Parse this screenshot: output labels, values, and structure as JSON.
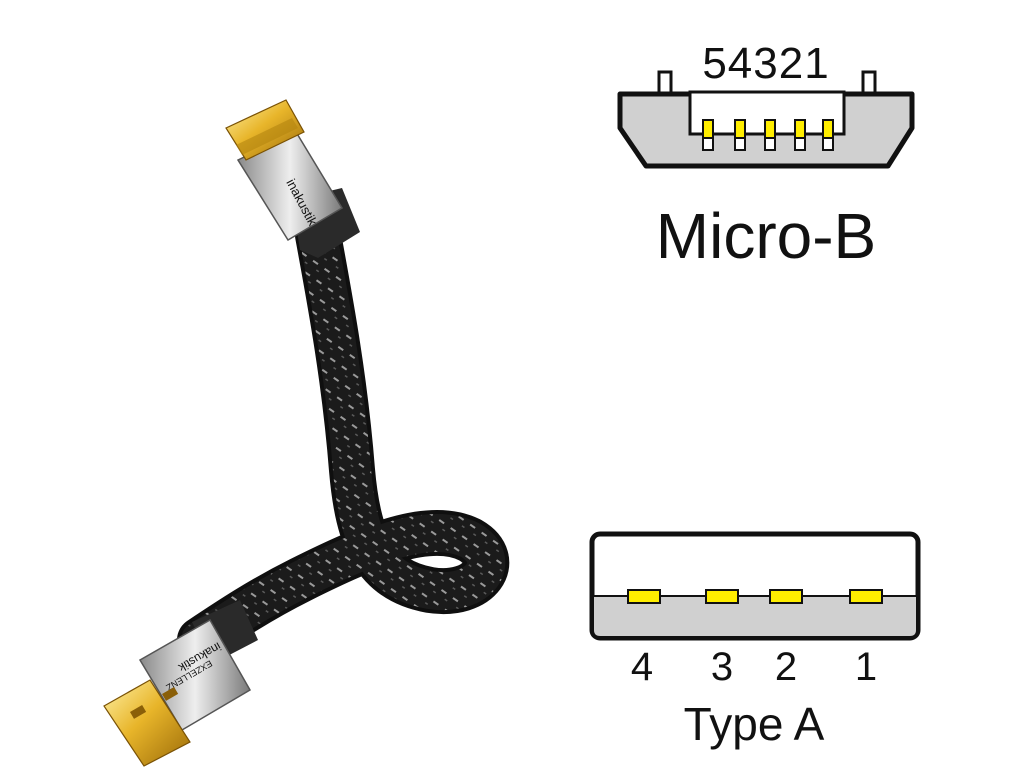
{
  "micro_b": {
    "pin_numbers": "54321",
    "title": "Micro-B"
  },
  "type_a": {
    "pin_labels": [
      "4",
      "3",
      "2",
      "1"
    ],
    "title": "Type A"
  },
  "cable": {
    "brand_top": "inakustik",
    "brand_bottom": "inakustik",
    "series_bottom": "EXZELLENZ"
  },
  "colors": {
    "pin": "#ffee00",
    "shell": "#d0d0d0",
    "outline": "#111111",
    "gold": "#d9a520",
    "braid": "#1a1a1a",
    "silver": "#bfbfbf"
  }
}
